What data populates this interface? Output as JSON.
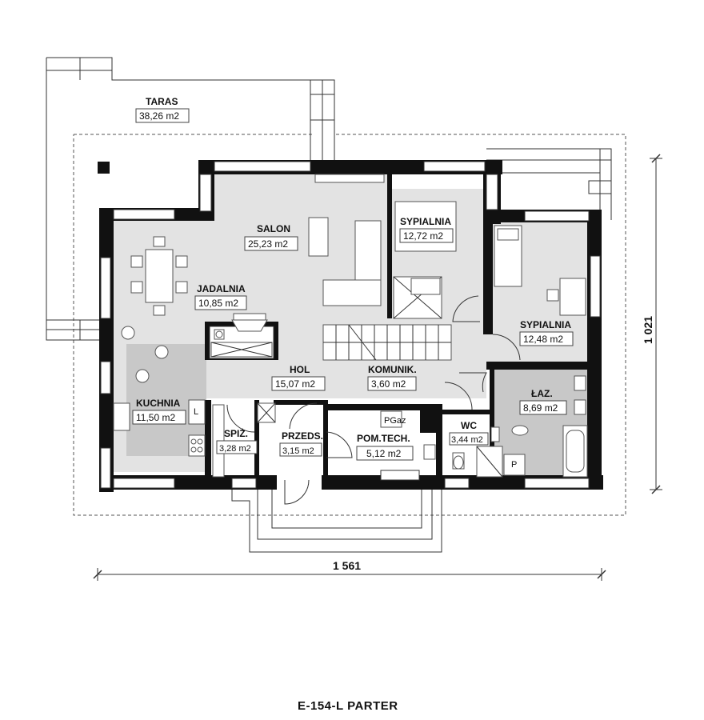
{
  "rooms": {
    "taras": {
      "name": "TARAS",
      "area": "38,26 m2"
    },
    "salon": {
      "name": "SALON",
      "area": "25,23 m2"
    },
    "jadalnia": {
      "name": "JADALNIA",
      "area": "10,85 m2"
    },
    "sypialnia1": {
      "name": "SYPIALNIA",
      "area": "12,72 m2"
    },
    "sypialnia2": {
      "name": "SYPIALNIA",
      "area": "12,48 m2"
    },
    "hol": {
      "name": "HOL",
      "area": "15,07 m2"
    },
    "komunik": {
      "name": "KOMUNIK.",
      "area": "3,60 m2"
    },
    "kuchnia": {
      "name": "KUCHNIA",
      "area": "11,50 m2"
    },
    "laz": {
      "name": "ŁAZ.",
      "area": "8,69 m2"
    },
    "wc": {
      "name": "WC",
      "area": "3,44 m2"
    },
    "spiz": {
      "name": "SPIŻ.",
      "area": "3,28 m2"
    },
    "przeds": {
      "name": "PRZEDS.",
      "area": "3,15 m2"
    },
    "pomtech": {
      "name": "POM.TECH.",
      "area": "5,12 m2"
    }
  },
  "fixtures": {
    "gas_meter": "PGaz",
    "kitchen_l": "L",
    "bath_p": "P"
  },
  "dimensions": {
    "width": "1 561",
    "height": "1 021"
  },
  "title": "E-154-L PARTER",
  "colors": {
    "wall": "#111111",
    "living": "#e3e3e3",
    "wet": "#c8c8c8"
  }
}
